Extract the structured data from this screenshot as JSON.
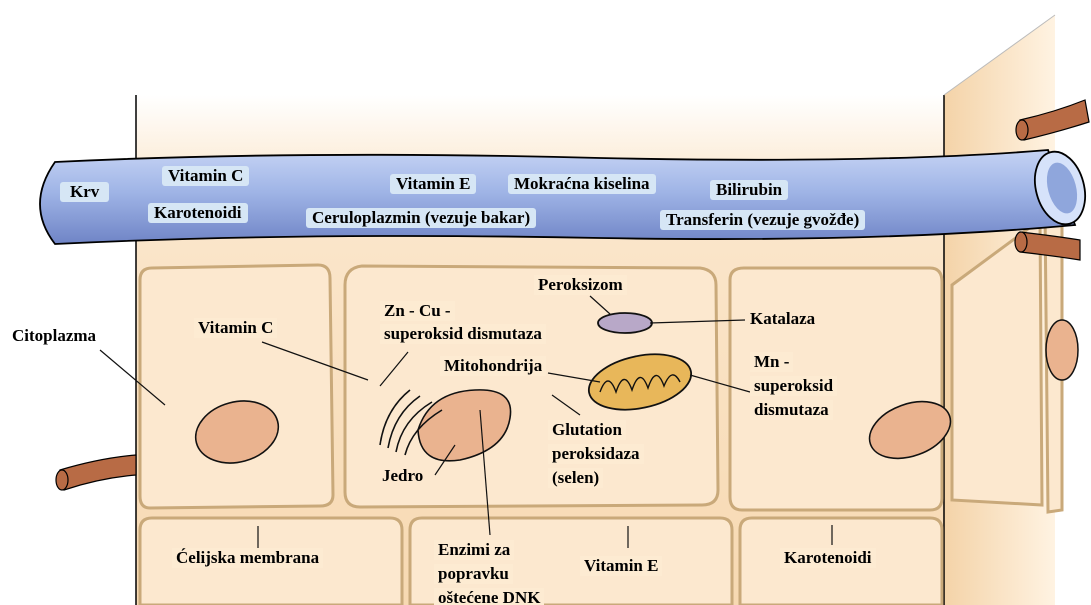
{
  "blood": {
    "title": "Krv",
    "items": [
      "Vitamin C",
      "Karotenoidi",
      "Vitamin E",
      "Mokraćna kiselina",
      "Ceruloplazmin (vezuje bakar)",
      "Bilirubin",
      "Transferin (vezuje gvožđe)"
    ]
  },
  "labels": {
    "citoplazma": "Citoplazma",
    "vitamin_c": "Vitamin C",
    "zncu_1": "Zn - Cu -",
    "zncu_2": "superoksid dismutaza",
    "peroksizom": "Peroksizom",
    "katalaza": "Katalaza",
    "mitohondrija": "Mitohondrija",
    "mn_1": "Mn -",
    "mn_2": "superoksid",
    "mn_3": "dismutaza",
    "glut_1": "Glutation",
    "glut_2": "peroksidaza",
    "glut_3": "(selen)",
    "jedro": "Jedro",
    "celijska_membrana": "Ćelijska membrana",
    "enzimi_1": "Enzimi za",
    "enzimi_2": "popravku",
    "enzimi_3": "oštećene DNK",
    "vitamin_e": "Vitamin E",
    "karotenoidi": "Karotenoidi"
  },
  "colors": {
    "vessel": "#9fb4e6",
    "vessel_dark": "#5c6fb0",
    "tissue": "#f9dcb8",
    "cell": "#fce8cf",
    "membrane": "#c9a97a",
    "nucleus": "#eab38f",
    "capillary": "#b86b45",
    "label_box": "#d6e6f5"
  }
}
